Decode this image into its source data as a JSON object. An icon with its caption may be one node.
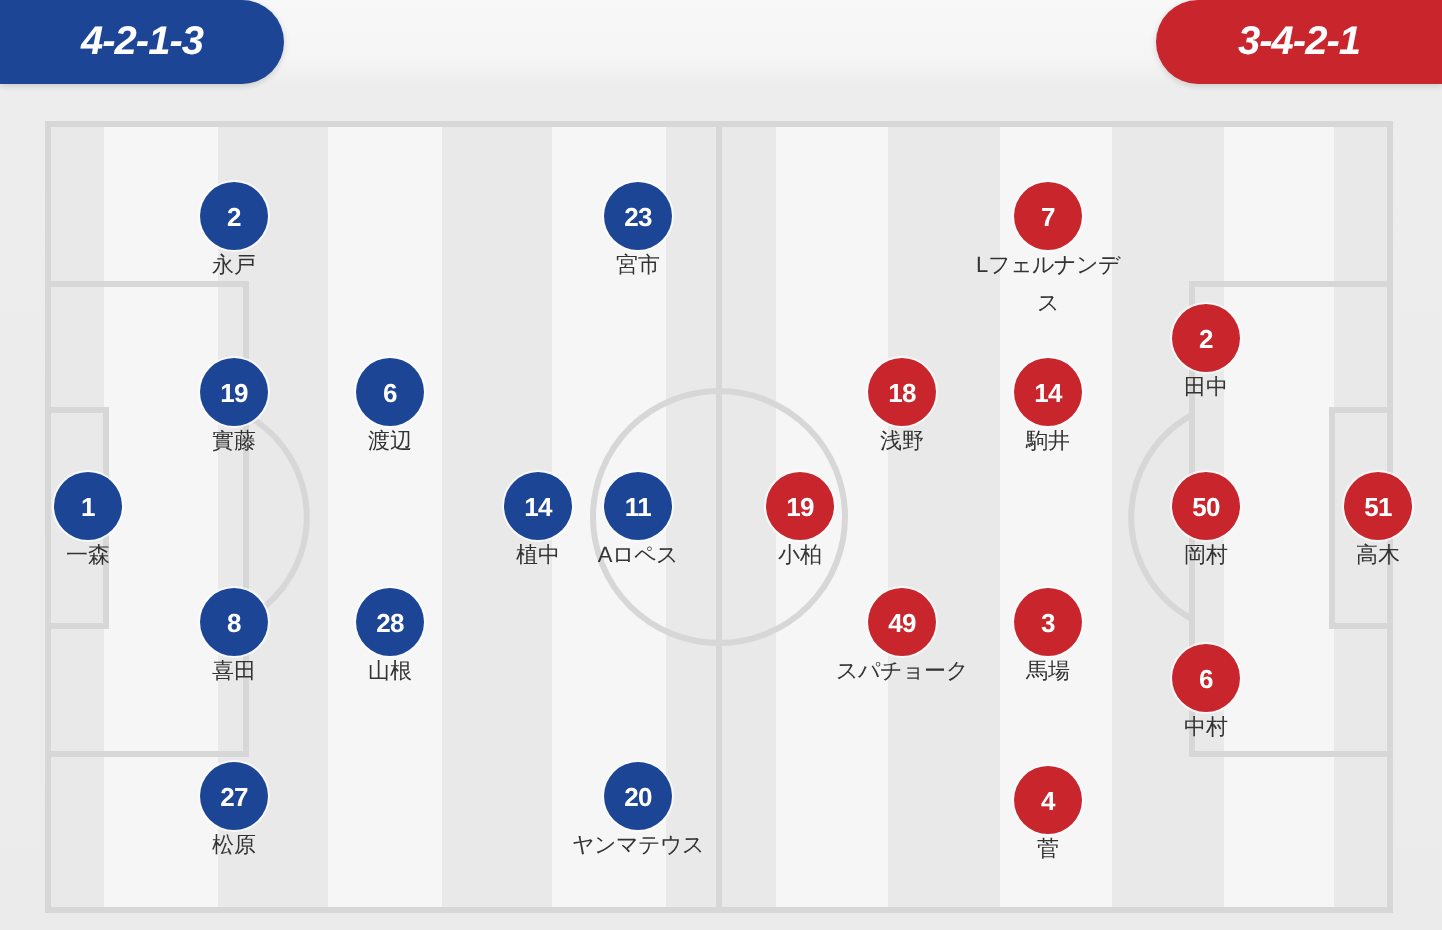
{
  "diagram": {
    "nodes": [
      {
        "text": [
          "4-2-1-3"
        ]
      },
      {
        "text": [
          "2"
        ],
        "beside": [
          "永戸"
        ]
      },
      {
        "text": [
          "23"
        ],
        "beside": [
          "宮市"
        ]
      },
      {
        "text": [
          "19"
        ],
        "beside": [
          "實藤"
        ]
      },
      {
        "text": [
          "6"
        ],
        "beside": [
          "渡辺"
        ]
      },
      {
        "text": [
          "1"
        ],
        "beside": [
          "一森"
        ]
      },
      {
        "text": [
          "14"
        ],
        "beside": [
          "植中"
        ]
      },
      {
        "text": [
          "11"
        ],
        "beside": [
          "Aロペス"
        ]
      },
      {
        "text": [
          "8"
        ],
        "beside": [
          "喜田"
        ]
      },
      {
        "text": [
          "28"
        ],
        "beside": [
          "山根"
        ]
      },
      {
        "text": [
          "27"
        ],
        "beside": [
          "松原"
        ]
      },
      {
        "text": [
          "20"
        ],
        "beside": [
          "ヤンマテウス"
        ]
      },
      {
        "text": [
          "3-4-2-1"
        ]
      },
      {
        "text": [
          "7"
        ],
        "beside": [
          "Lフェルナンデス"
        ]
      },
      {
        "text": [
          "2"
        ],
        "beside": [
          "田中"
        ]
      },
      {
        "text": [
          "18"
        ],
        "beside": [
          "浅野"
        ]
      },
      {
        "text": [
          "14"
        ],
        "beside": [
          "駒井"
        ]
      },
      {
        "text": [
          "19"
        ],
        "beside": [
          "小柏"
        ]
      },
      {
        "text": [
          "50"
        ],
        "beside": [
          "岡村"
        ]
      },
      {
        "text": [
          "51"
        ],
        "beside": [
          "高木"
        ]
      },
      {
        "text": [
          "49"
        ],
        "beside": [
          "スパチョーク"
        ]
      },
      {
        "text": [
          "3"
        ],
        "beside": [
          "馬場"
        ]
      },
      {
        "text": [
          "6"
        ],
        "beside": [
          "中村"
        ]
      },
      {
        "text": [
          "4"
        ],
        "beside": [
          "菅"
        ]
      }
    ]
  }
}
